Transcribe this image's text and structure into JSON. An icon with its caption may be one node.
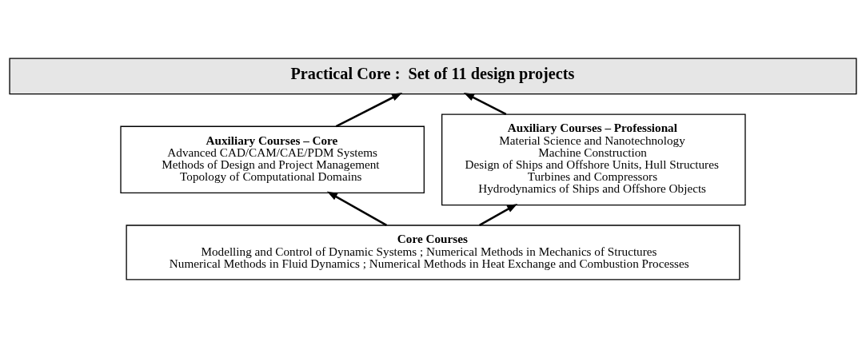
{
  "diagram": {
    "nodes": [
      {
        "text": [
          "Practical Core :  Set of 11 design projects"
        ]
      },
      {
        "text": [
          "Auxiliary Courses – Core",
          "Advanced CAD/CAM/CAE/PDM Systems",
          "Methods of Design and Project Management",
          "Topology of Computational Domains"
        ]
      },
      {
        "text": [
          "Auxiliary Courses – Professional",
          "Material Science and Nanotechnology",
          "Machine Construction",
          "Design of Ships and Offshore Units, Hull Structures",
          "Turbines and Compressors",
          "Hydrodynamics of Ships and Offshore Objects"
        ]
      },
      {
        "text": [
          "Core Courses",
          "Modelling and Control of Dynamic Systems ; Numerical Methods in Mechanics of Structures",
          "Numerical Methods in Fluid Dynamics ; Numerical Methods in Heat Exchange and Combustion Processes"
        ]
      }
    ],
    "edges": [
      {
        "from": 1,
        "to": 0,
        "arrow": "to"
      },
      {
        "from": 2,
        "to": 0,
        "arrow": "to"
      },
      {
        "from": 3,
        "to": 1,
        "arrow": "to"
      },
      {
        "from": 3,
        "to": 2,
        "arrow": "to"
      }
    ]
  }
}
